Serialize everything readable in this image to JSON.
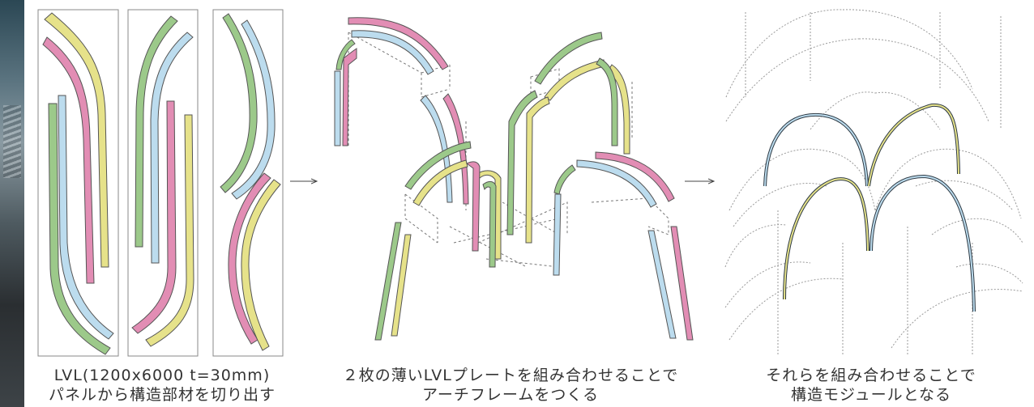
{
  "colors": {
    "green": "#9cc98a",
    "pink": "#e28db4",
    "yellow": "#e6e28a",
    "blue": "#bcdcee",
    "outline": "#555555",
    "frame": "#888888"
  },
  "captions": {
    "left": {
      "line1": "LVL(1200x6000 t=30mm)",
      "line2": "パネルから構造部材を切り出す"
    },
    "middle": {
      "line1": "２枚の薄いLVLプレートを組み合わせることで",
      "line2": "アーチフレームをつくる"
    },
    "right": {
      "line1": "それらを組み合わせることで",
      "line2": "構造モジュールとなる"
    }
  },
  "arrows": [
    "arrow-to-assembly",
    "arrow-to-module"
  ]
}
